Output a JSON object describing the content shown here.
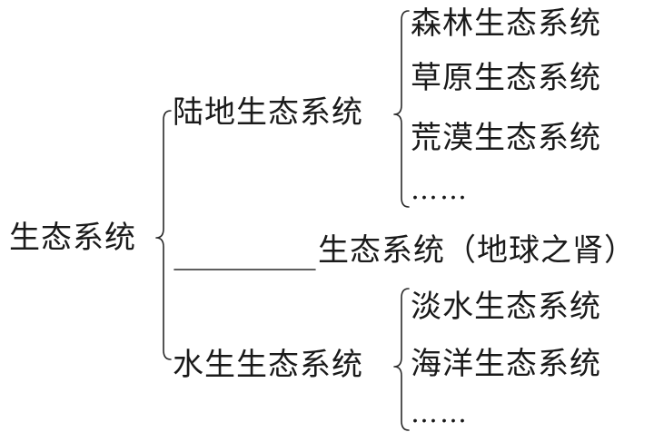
{
  "root": {
    "label": "生态系统"
  },
  "branches": [
    {
      "label": "陆地生态系统",
      "children": [
        "森林生态系统",
        "草原生态系统",
        "荒漠生态系统",
        "……"
      ]
    },
    {
      "label": "",
      "blank_suffix": "生态系统（地球之肾）"
    },
    {
      "label": "水生生态系统",
      "children": [
        "淡水生态系统",
        "海洋生态系统",
        "……"
      ]
    }
  ]
}
